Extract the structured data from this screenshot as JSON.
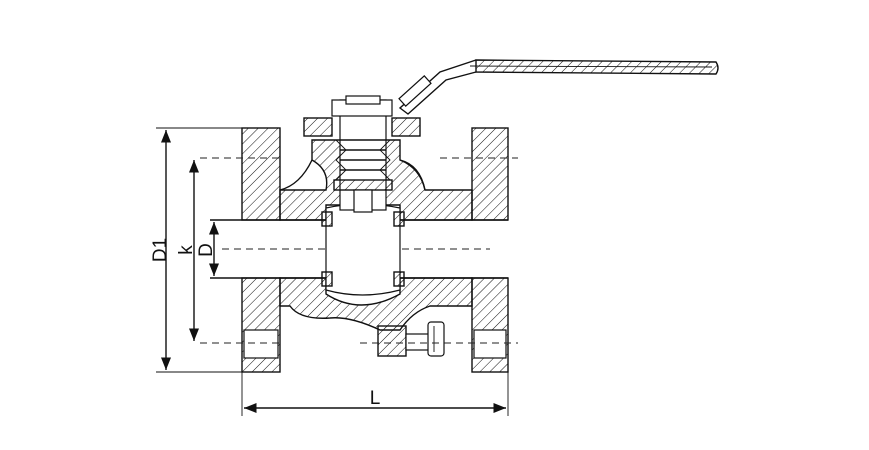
{
  "diagram": {
    "dimension_labels": {
      "d1": "D1",
      "k": "k",
      "d": "D",
      "l": "L"
    },
    "colors": {
      "line": "#111111",
      "background": "#ffffff"
    }
  }
}
